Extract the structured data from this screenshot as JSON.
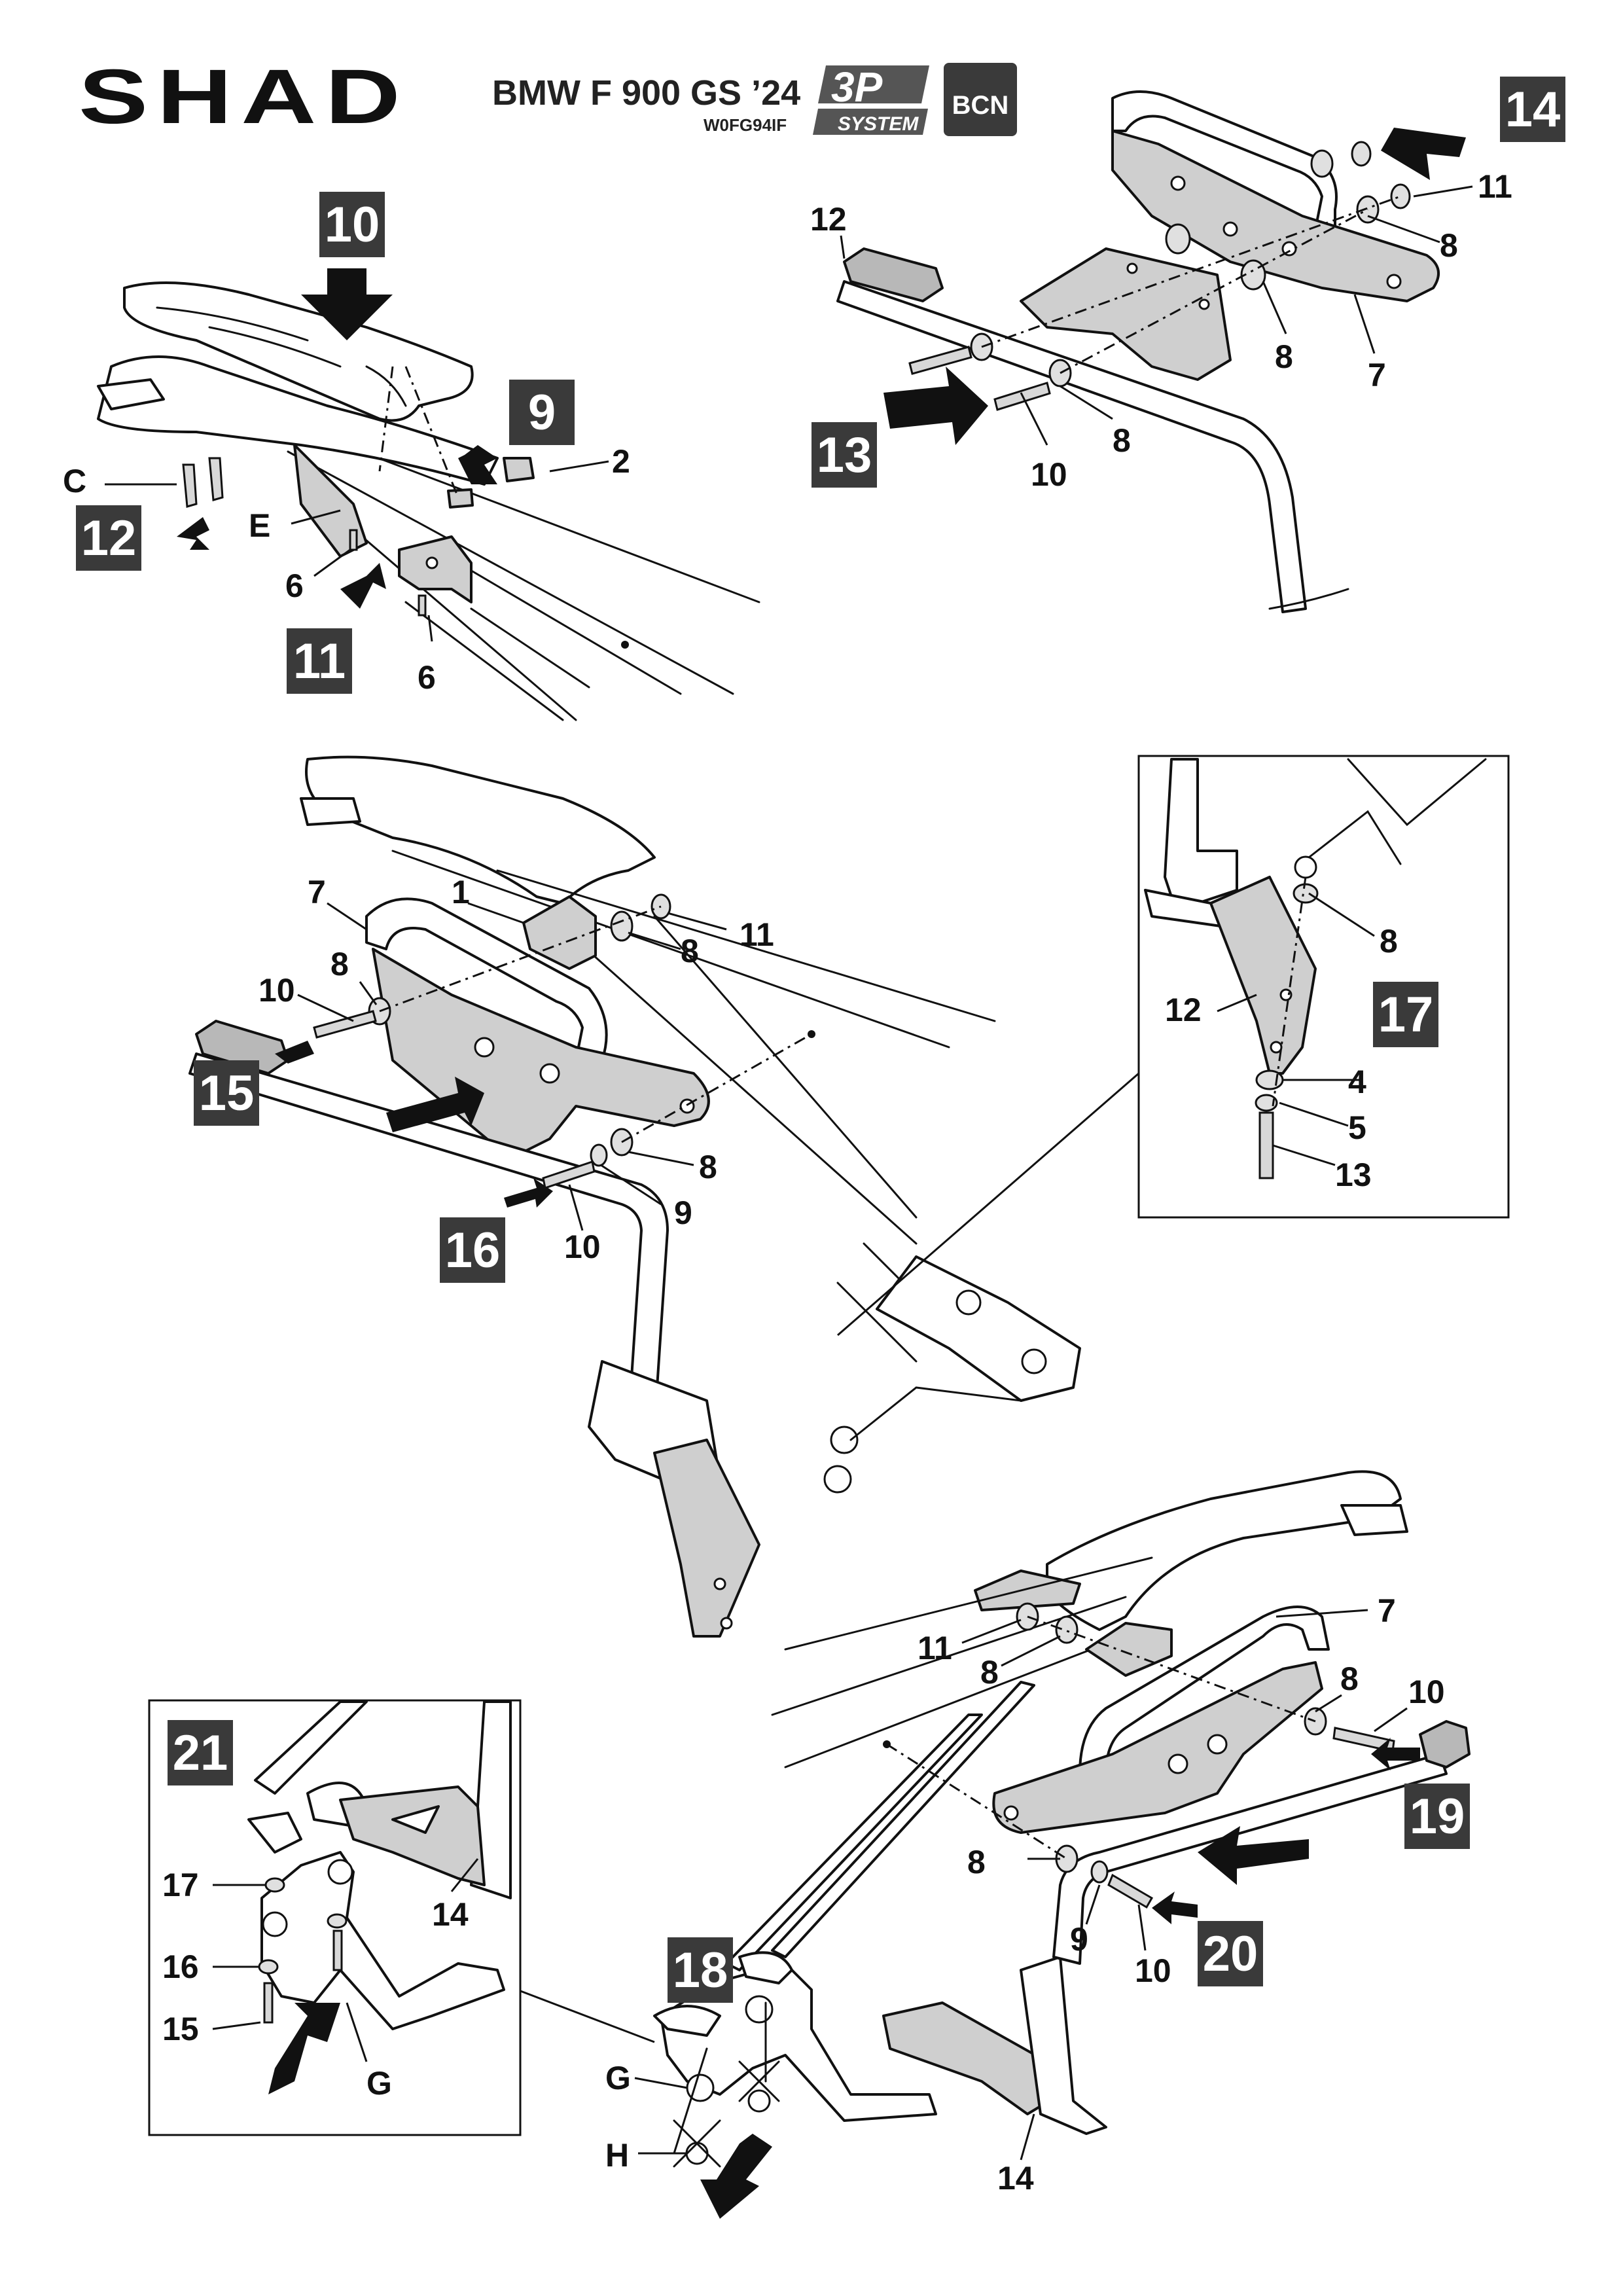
{
  "header": {
    "brand": "SHAD",
    "model": "BMW F 900 GS ’24",
    "code": "W0FG94IF",
    "system_badge": "3P",
    "system_caption": "SYSTEM",
    "bcn_badge": "BCN"
  },
  "steps": {
    "s9": "9",
    "s10": "10",
    "s11": "11",
    "s12": "12",
    "s13": "13",
    "s14": "14",
    "s15": "15",
    "s16": "16",
    "s17": "17",
    "s18": "18",
    "s19": "19",
    "s20": "20",
    "s21": "21"
  },
  "labels": {
    "p1": "1",
    "p2": "2",
    "p4": "4",
    "p5": "5",
    "p6": "6",
    "p7": "7",
    "p8": "8",
    "p9": "9",
    "p10": "10",
    "p11": "11",
    "p12": "12",
    "p13": "13",
    "p14": "14",
    "p15": "15",
    "p16": "16",
    "p17": "17",
    "pC": "C",
    "pE": "E",
    "pG": "G",
    "pH": "H"
  },
  "colors": {
    "step_box": "#3a3a3a",
    "part_fill": "#cfcfcf",
    "ink": "#111111"
  }
}
